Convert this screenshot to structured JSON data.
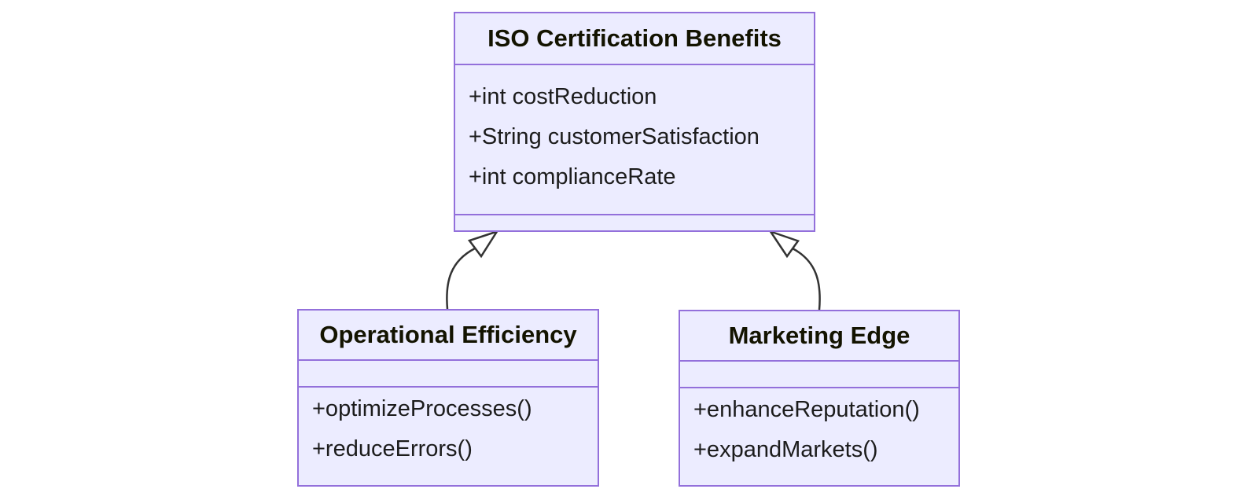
{
  "diagram": {
    "type": "uml-class-diagram",
    "colors": {
      "box_fill": "#ECECFF",
      "box_border": "#9370DB",
      "relation_line": "#333333",
      "text": "#1c1c1c"
    },
    "classes": [
      {
        "name": "ISO Certification Benefits",
        "attributes": [
          "+int costReduction",
          "+String customerSatisfaction",
          "+int complianceRate"
        ],
        "methods": []
      },
      {
        "name": "Operational Efficiency",
        "attributes": [],
        "methods": [
          "+optimizeProcesses()",
          "+reduceErrors()"
        ]
      },
      {
        "name": "Marketing Edge",
        "attributes": [],
        "methods": [
          "+enhanceReputation()",
          "+expandMarkets()"
        ]
      }
    ],
    "relations": [
      {
        "from": "Operational Efficiency",
        "to": "ISO Certification Benefits",
        "type": "inheritance"
      },
      {
        "from": "Marketing Edge",
        "to": "ISO Certification Benefits",
        "type": "inheritance"
      }
    ]
  }
}
